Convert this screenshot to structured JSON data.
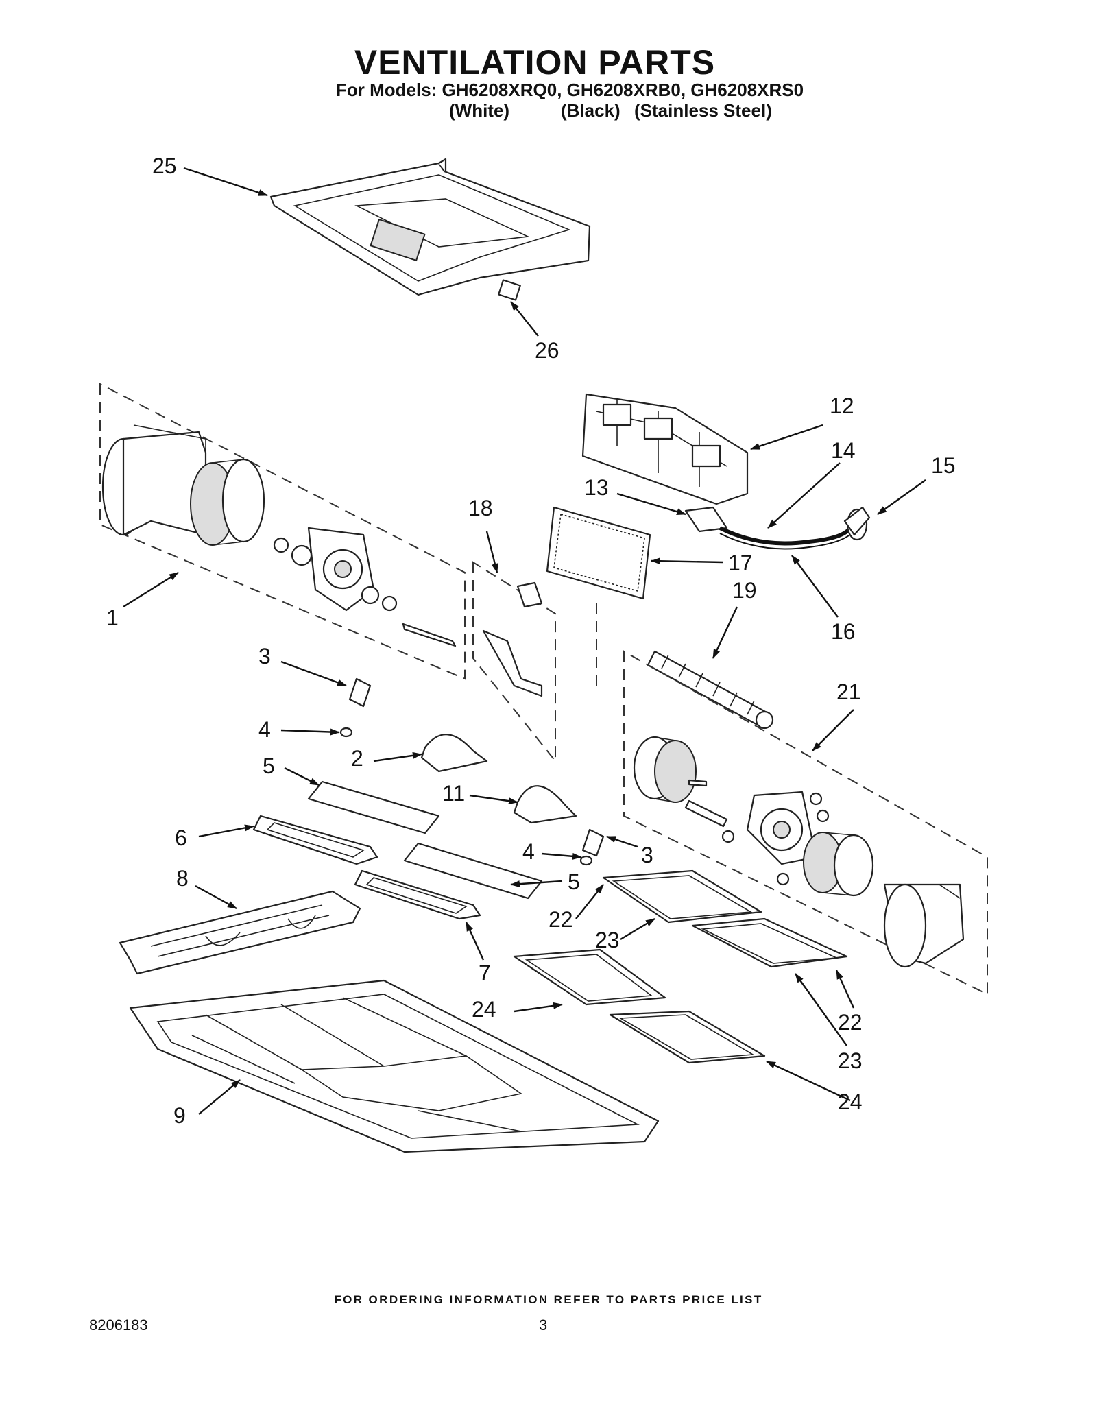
{
  "title": "VENTILATION PARTS",
  "models_line": "For Models: GH6208XRQ0, GH6208XRB0, GH6208XRS0",
  "finishes": [
    "(White)",
    "(Black)",
    "(Stainless Steel)"
  ],
  "footer_note": "FOR ORDERING INFORMATION REFER TO PARTS PRICE LIST",
  "doc_number": "8206183",
  "page_number": "3",
  "callouts": [
    "25",
    "26",
    "12",
    "14",
    "15",
    "13",
    "18",
    "17",
    "19",
    "1",
    "16",
    "3",
    "4",
    "2",
    "21",
    "5",
    "11",
    "6",
    "4",
    "3",
    "8",
    "5",
    "22",
    "23",
    "7",
    "24",
    "22",
    "9",
    "23",
    "24"
  ]
}
